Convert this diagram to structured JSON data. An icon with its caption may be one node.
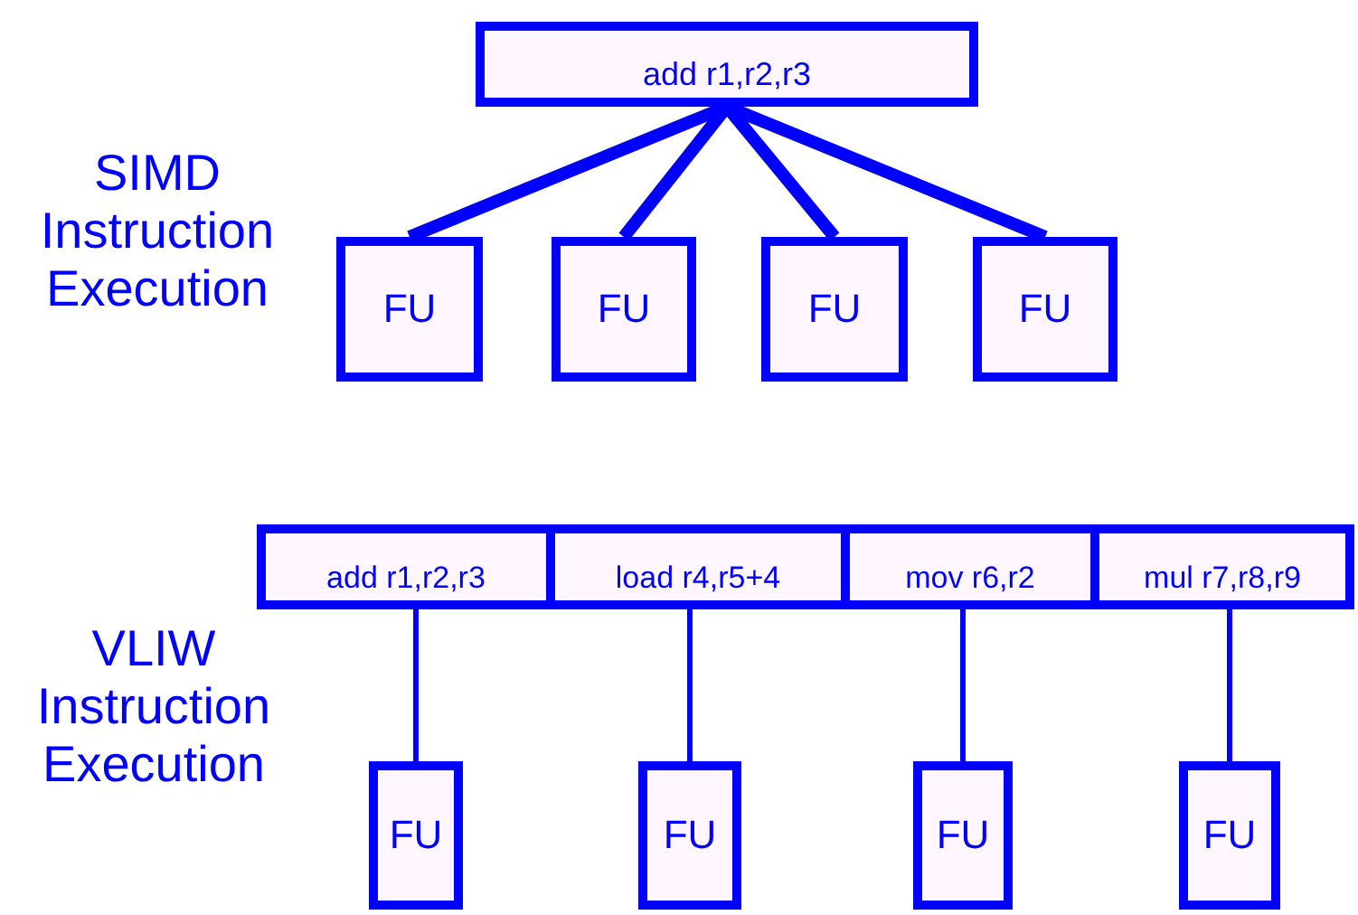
{
  "diagram": {
    "nodes": [
      {
        "text": [
          "add r1,r2,r3"
        ]
      },
      {
        "text": [
          "FU"
        ]
      },
      {
        "text": [
          "FU"
        ]
      },
      {
        "text": [
          "FU"
        ]
      },
      {
        "text": [
          "FU"
        ]
      },
      {
        "text": [
          "add r1,r2,r3"
        ]
      },
      {
        "text": [
          "load r4,r5+4"
        ]
      },
      {
        "text": [
          "mov r6,r2"
        ]
      },
      {
        "text": [
          "mul r7,r8,r9"
        ]
      },
      {
        "text": [
          "FU"
        ]
      },
      {
        "text": [
          "FU"
        ]
      },
      {
        "text": [
          "FU"
        ]
      },
      {
        "text": [
          "FU"
        ]
      }
    ],
    "edges": [
      {
        "from": 0,
        "to": 1,
        "arrow": "none",
        "style": "thick"
      },
      {
        "from": 0,
        "to": 2,
        "arrow": "none",
        "style": "thick"
      },
      {
        "from": 0,
        "to": 3,
        "arrow": "none",
        "style": "thick"
      },
      {
        "from": 0,
        "to": 4,
        "arrow": "none",
        "style": "thick"
      },
      {
        "from": 5,
        "to": 9,
        "arrow": "none"
      },
      {
        "from": 6,
        "to": 10,
        "arrow": "none"
      },
      {
        "from": 7,
        "to": 11,
        "arrow": "none"
      },
      {
        "from": 8,
        "to": 12,
        "arrow": "none"
      }
    ],
    "labels": [
      "SIMD Instruction Execution",
      "VLIW Instruction Execution"
    ]
  }
}
